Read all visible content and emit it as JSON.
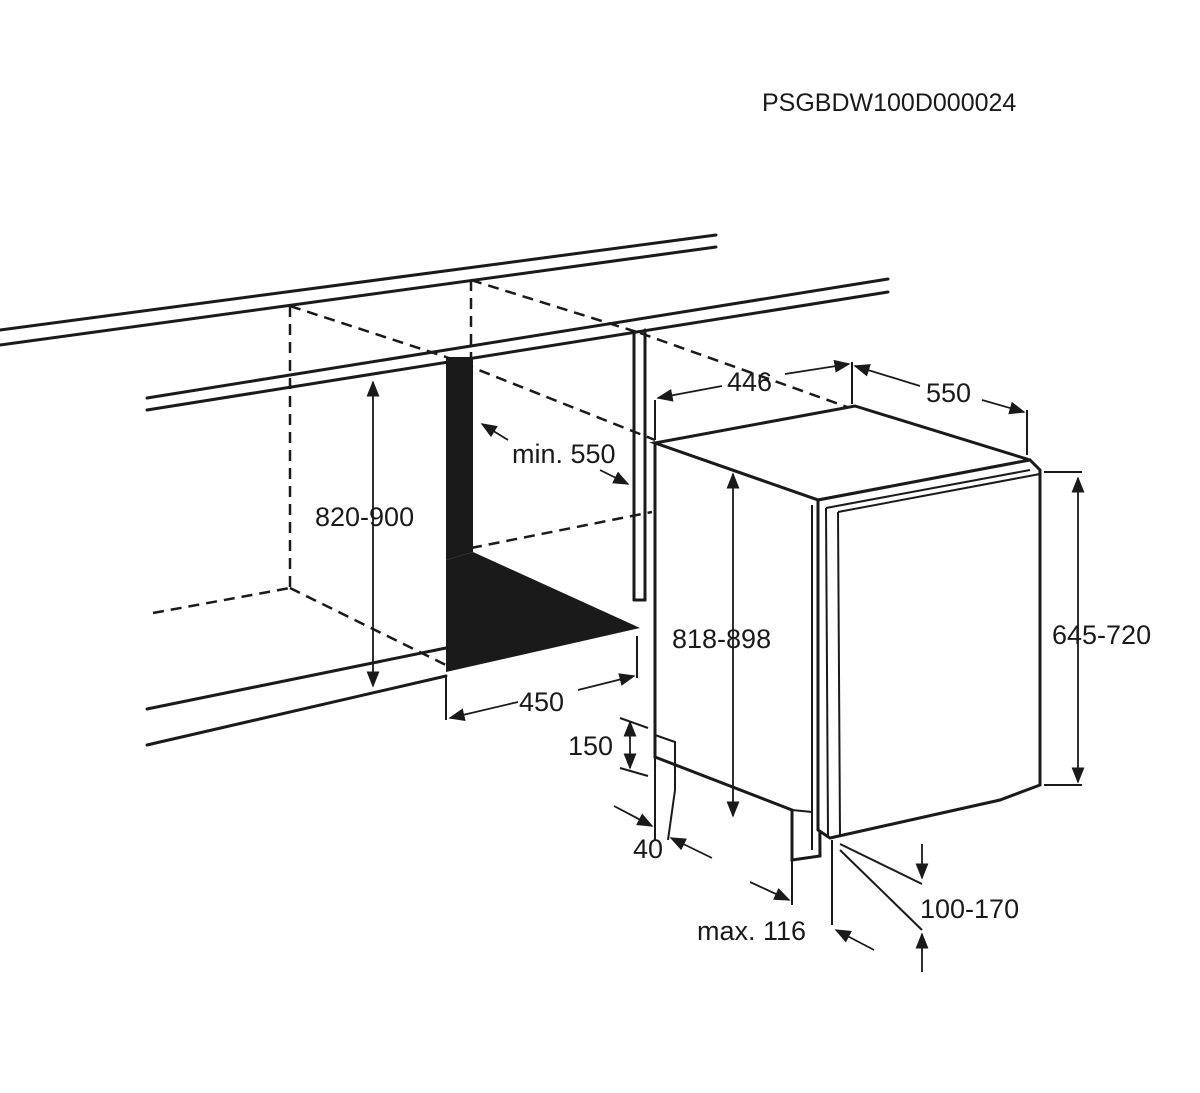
{
  "diagram": {
    "product_code": "PSGBDW100D000024",
    "dimensions": {
      "niche_height": "820-900",
      "niche_depth": "min. 550",
      "niche_width": "450",
      "appliance_width": "446",
      "appliance_depth": "550",
      "appliance_height": "818-898",
      "door_height": "645-720",
      "plinth_height": "150",
      "plinth_depth": "40",
      "door_overhang": "max. 116",
      "foot_adjust": "100-170"
    }
  }
}
